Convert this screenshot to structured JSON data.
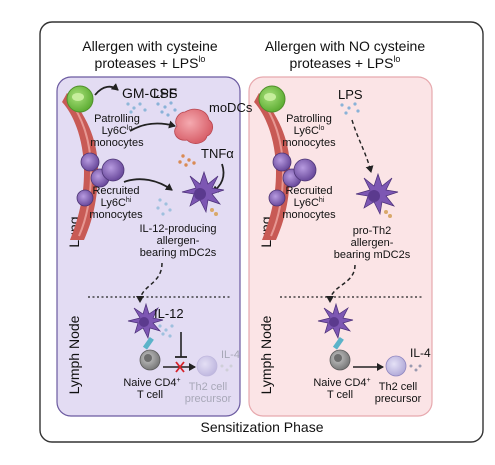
{
  "left": {
    "title_line1": "Allergen with cysteine",
    "title_line2": "proteases + LPS",
    "title_sup": "lo",
    "gmcsf": "GM-CSF",
    "lps": "LPS",
    "modcs": "moDCs",
    "tnfa": "TNFα",
    "patrolling_1": "Patrolling",
    "patrolling_2": "Ly6C",
    "patrolling_2_sup": "lo",
    "patrolling_3": "monocytes",
    "recruited_1": "Recruited",
    "recruited_2": "Ly6C",
    "recruited_2_sup": "hi",
    "recruited_3": "monocytes",
    "mdc_1": "IL-12-producing",
    "mdc_2": "allergen-",
    "mdc_3": "bearing mDC2s",
    "il12": "IL-12",
    "naive_1": "Naive CD4",
    "naive_sup": "+",
    "naive_2": "T cell",
    "th2_1": "Th2 cell",
    "th2_2": "precursor",
    "il4": "IL-4"
  },
  "right": {
    "title_line1": "Allergen with NO cysteine",
    "title_line2": "proteases + LPS",
    "title_sup": "lo",
    "lps": "LPS",
    "patrolling_1": "Patrolling",
    "patrolling_2": "Ly6C",
    "patrolling_2_sup": "lo",
    "patrolling_3": "monocytes",
    "recruited_1": "Recruited",
    "recruited_2": "Ly6C",
    "recruited_2_sup": "hi",
    "recruited_3": "monocytes",
    "mdc_1": "pro-Th2",
    "mdc_2": "allergen-",
    "mdc_3": "bearing mDC2s",
    "naive_1": "Naive CD4",
    "naive_sup": "+",
    "naive_2": "T cell",
    "th2_1": "Th2 cell",
    "th2_2": "precursor",
    "il4": "IL-4"
  },
  "labels": {
    "lung": "Lung",
    "lymph_node": "Lymph Node",
    "phase": "Sensitization Phase"
  },
  "colors": {
    "left_panel": "#e3dcf3",
    "right_panel": "#fbe4e6",
    "monocyte_green": "#7ecb4f",
    "monocyte_purple": "#8a6bb8",
    "modc_red": "#e8848e",
    "dc_purple": "#7d57b3",
    "tcell_gray": "#9a9a9a",
    "th2_lavender": "#c9c3e6",
    "inhibit_red": "#d6232a",
    "vessel_red": "#c85a55"
  }
}
